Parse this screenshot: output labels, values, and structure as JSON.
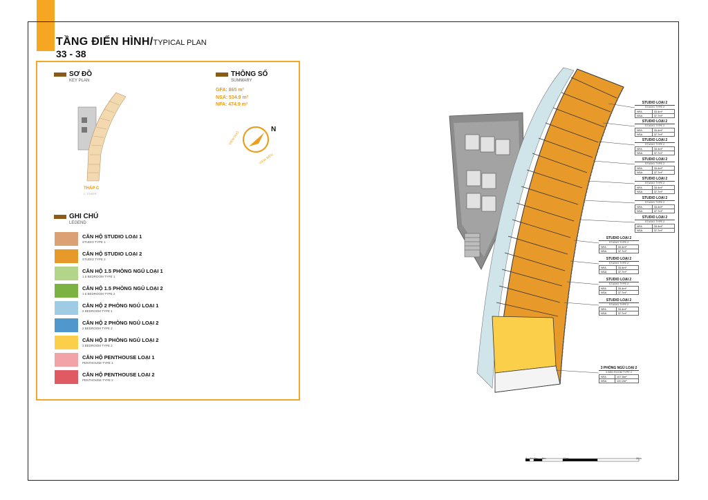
{
  "header": {
    "title_vi": "TẦNG ĐIỂN HÌNH/",
    "title_en": "TYPICAL PLAN",
    "floors": "33 - 38"
  },
  "key_plan": {
    "title": "SƠ ĐỒ",
    "subtitle": "KEY PLAN",
    "tower_label": "THÁP C",
    "tower_sub": "C TOWER"
  },
  "summary": {
    "title": "THÔNG SỐ",
    "subtitle": "SUMMARY",
    "gfa": "GFA: 865 m²",
    "nsa": "NSA: 534.9 m²",
    "nfa": "NFA: 474.9 m²"
  },
  "compass": {
    "north": "N",
    "view_top": "VIEW PHỐ",
    "view_bottom": "VIEW BIỂN"
  },
  "legend": {
    "title": "GHI CHÚ",
    "subtitle": "LEGEND",
    "items": [
      {
        "vi": "CĂN HỘ STUDIO LOẠI 1",
        "en": "STUDIO TYPE 1",
        "color": "#dba174"
      },
      {
        "vi": "CĂN HỘ STUDIO LOẠI 2",
        "en": "STUDIO TYPE 2",
        "color": "#e79a2a"
      },
      {
        "vi": "CĂN HỘ 1.5 PHÒNG NGỦ LOẠI 1",
        "en": "1.5 BEDROOM TYPE 1",
        "color": "#b2d58a"
      },
      {
        "vi": "CĂN HỘ 1.5 PHÒNG NGỦ LOẠI 2",
        "en": "1.5 BEDROOM TYPE 2",
        "color": "#7bb241"
      },
      {
        "vi": "CĂN HỘ 2 PHÒNG NGỦ LOẠI 1",
        "en": "2 BEDROOM TYPE 1",
        "color": "#9fcbe4"
      },
      {
        "vi": "CĂN HỘ 2 PHÒNG NGỦ LOẠI 2",
        "en": "2 BEDROOM TYPE 2",
        "color": "#4f97cc"
      },
      {
        "vi": "CĂN HỘ 3 PHÒNG NGỦ LOẠI 2",
        "en": "3 BEDROOM TYPE 2",
        "color": "#fbcf4a"
      },
      {
        "vi": "CĂN HỘ PENTHOUSE LOẠI 1",
        "en": "PENTHOUSE TYPE 1",
        "color": "#f2a3a8"
      },
      {
        "vi": "CĂN HỘ PENTHOUSE LOẠI 2",
        "en": "PENTHOUSE TYPE 2",
        "color": "#e05a63"
      }
    ]
  },
  "unit_boxes": [
    {
      "title": "STUDIO LOẠI 2",
      "sub": "STUDIO TYPE 2",
      "nfa_label": "NFA",
      "nfa": "33.4m²",
      "nsa_label": "NSA",
      "nsa": "37.7m²"
    },
    {
      "title": "STUDIO LOẠI 2",
      "sub": "STUDIO TYPE 2",
      "nfa_label": "NFA",
      "nfa": "33.4m²",
      "nsa_label": "NSA",
      "nsa": "37.7m²"
    },
    {
      "title": "STUDIO LOẠI 2",
      "sub": "STUDIO TYPE 2",
      "nfa_label": "NFA",
      "nfa": "33.4m²",
      "nsa_label": "NSA",
      "nsa": "37.7m²"
    },
    {
      "title": "STUDIO LOẠI 2",
      "sub": "STUDIO TYPE 2",
      "nfa_label": "NFA",
      "nfa": "33.4m²",
      "nsa_label": "NSA",
      "nsa": "37.7m²"
    },
    {
      "title": "STUDIO LOẠI 2",
      "sub": "STUDIO TYPE 2",
      "nfa_label": "NFA",
      "nfa": "33.4m²",
      "nsa_label": "NSA",
      "nsa": "37.7m²"
    },
    {
      "title": "STUDIO LOẠI 2",
      "sub": "STUDIO TYPE 2",
      "nfa_label": "NFA",
      "nfa": "33.4m²",
      "nsa_label": "NSA",
      "nsa": "37.7m²"
    },
    {
      "title": "STUDIO LOẠI 2",
      "sub": "STUDIO TYPE 2",
      "nfa_label": "NFA",
      "nfa": "33.4m²",
      "nsa_label": "NSA",
      "nsa": "37.7m²"
    },
    {
      "title": "STUDIO LOẠI 2",
      "sub": "STUDIO TYPE 2",
      "nfa_label": "NFA",
      "nfa": "33.4m²",
      "nsa_label": "NSA",
      "nsa": "37.7m²"
    },
    {
      "title": "STUDIO LOẠI 2",
      "sub": "STUDIO TYPE 2",
      "nfa_label": "NFA",
      "nfa": "33.4m²",
      "nsa_label": "NSA",
      "nsa": "37.7m²"
    },
    {
      "title": "STUDIO LOẠI 2",
      "sub": "STUDIO TYPE 2",
      "nfa_label": "NFA",
      "nfa": "33.4m²",
      "nsa_label": "NSA",
      "nsa": "37.7m²"
    },
    {
      "title": "STUDIO LOẠI 2",
      "sub": "STUDIO TYPE 2",
      "nfa_label": "NFA",
      "nfa": "33.4m²",
      "nsa_label": "NSA",
      "nsa": "37.7m²"
    },
    {
      "title": "3 PHÒNG NGỦ LOẠI 2",
      "sub": "3 BED ROOM TYPE 2",
      "nfa_label": "NFA",
      "nfa": "107.5m²",
      "nsa_label": "NSA",
      "nsa": "120.2m²"
    }
  ],
  "scale_bar": {
    "labels": [
      "0",
      "1m",
      "2m",
      "5m",
      "10m",
      "20m"
    ]
  },
  "colors": {
    "accent": "#f5a623",
    "core": "#8c8c8c",
    "corridor": "#cfe5ea",
    "unit": "#e79a2a",
    "three_bed": "#fbcf4a"
  }
}
